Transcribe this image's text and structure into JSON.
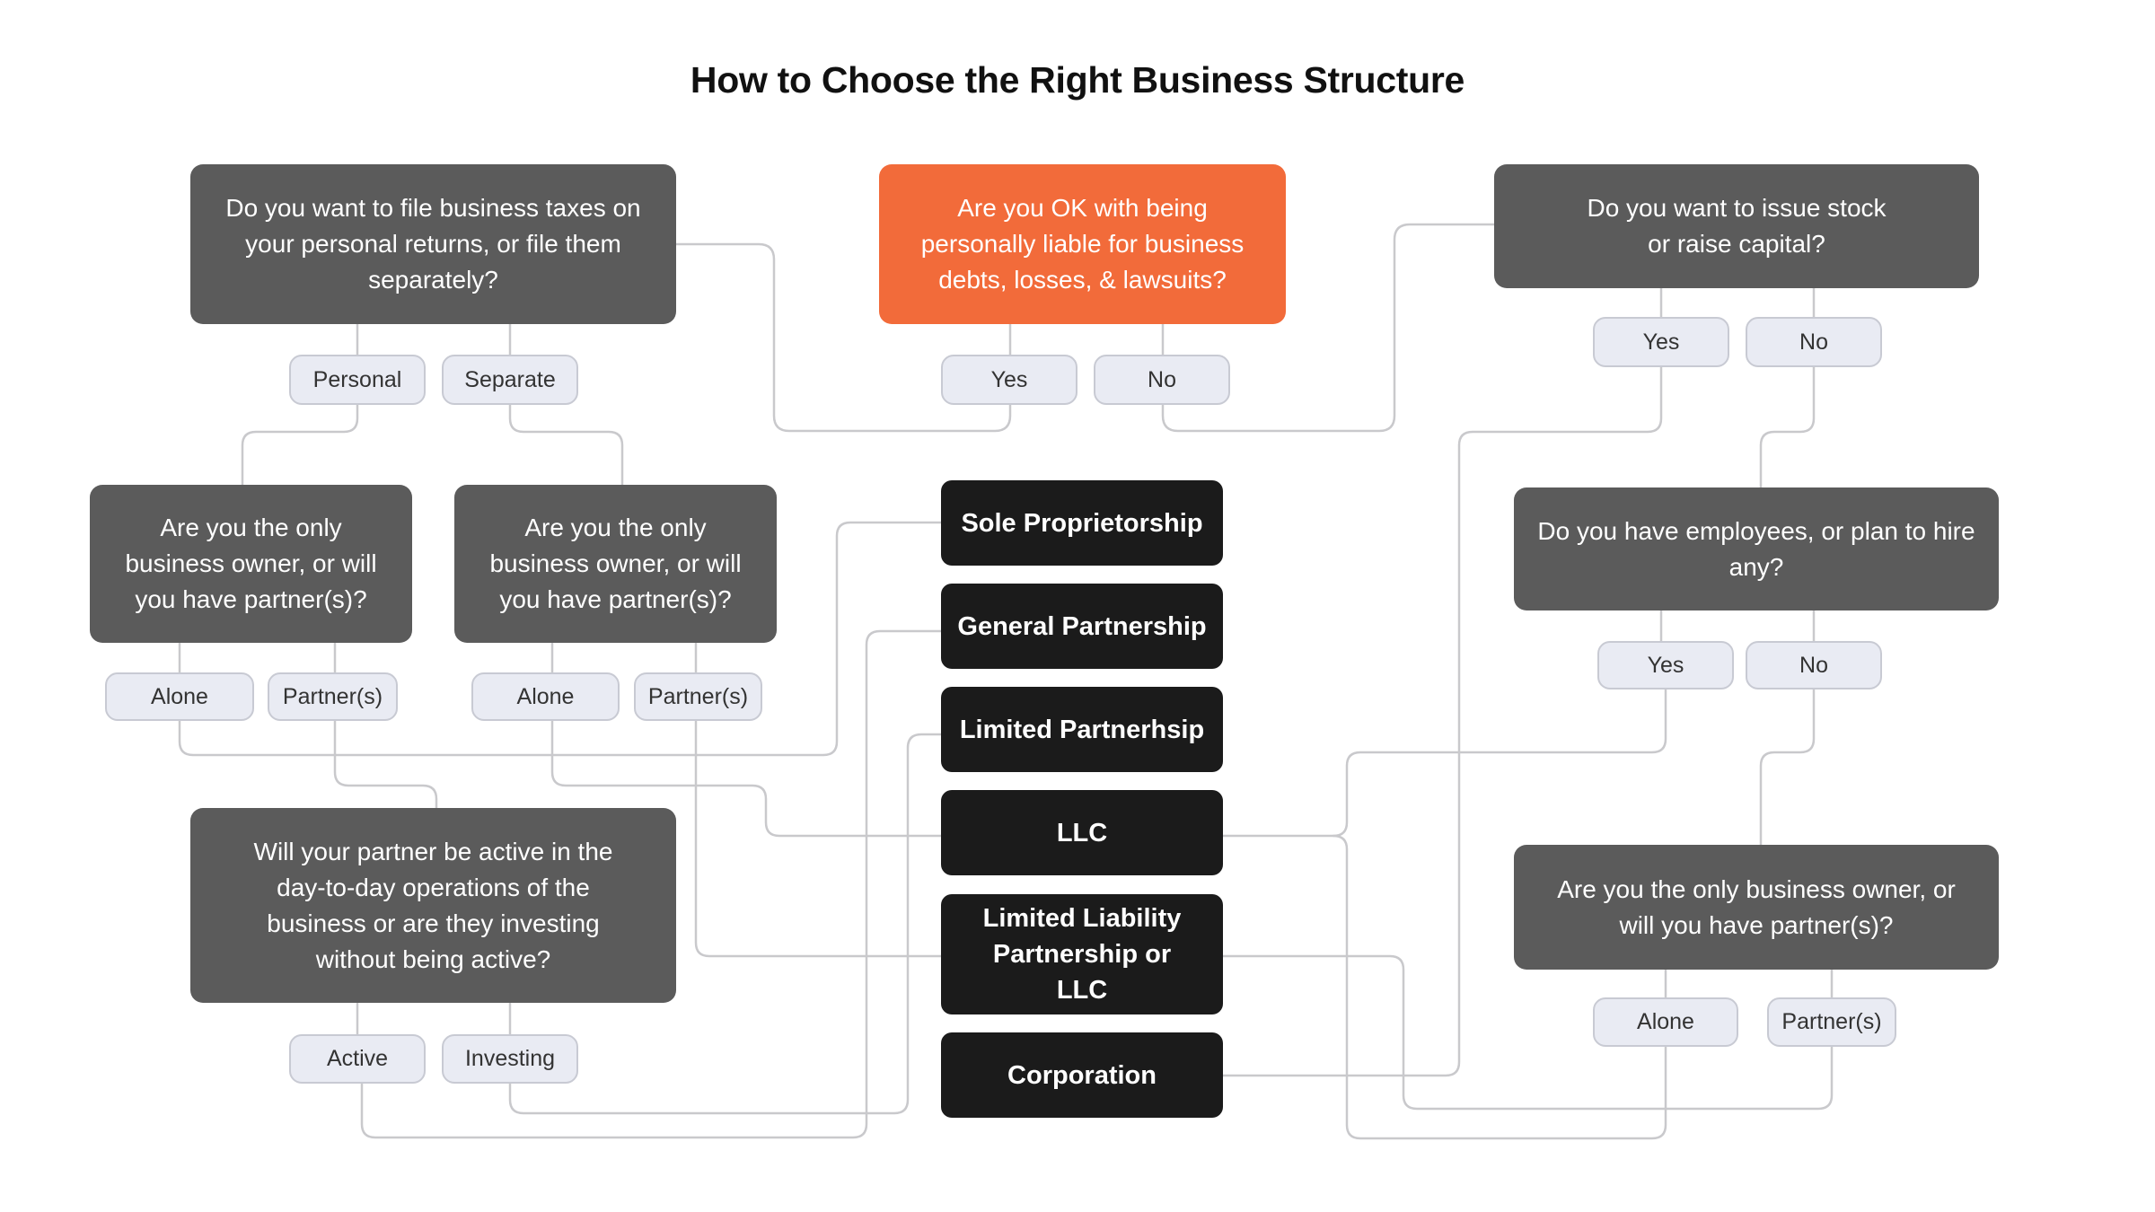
{
  "title": "How to Choose the Right Business Structure",
  "questions": {
    "taxes": "Do you want to file business taxes on your personal returns, or file them separately?",
    "liable": "Are you OK with being personally liable for business debts, losses, & lawsuits?",
    "stock": "Do you want to issue stock or raise capital?",
    "owner_personal": "Are you the only business owner, or will you have partner(s)?",
    "owner_separate": "Are you the only business owner, or will you have partner(s)?",
    "employees": "Do you have employees, or plan to hire any?",
    "partner_active": "Will your partner be active in the day-to-day operations of the business or are they investing without being active?",
    "owner_final": "Are you the only business owner, or will you have partner(s)?"
  },
  "options": {
    "personal": "Personal",
    "separate": "Separate",
    "liable_yes": "Yes",
    "liable_no": "No",
    "stock_yes": "Yes",
    "stock_no": "No",
    "alone_1": "Alone",
    "partners_1": "Partner(s)",
    "alone_2": "Alone",
    "partners_2": "Partner(s)",
    "employees_yes": "Yes",
    "employees_no": "No",
    "active": "Active",
    "investing": "Investing",
    "alone_3": "Alone",
    "partners_3": "Partner(s)"
  },
  "results": {
    "sole": "Sole Proprietorship",
    "general": "General Partnership",
    "limited": "Limited Partnerhsip",
    "llc": "LLC",
    "llp": "Limited Liability Partnership or LLC",
    "corp": "Corporation"
  },
  "colors": {
    "question": "#5b5b5b",
    "highlight": "#f26b3a",
    "result": "#1b1b1b",
    "option_fill": "#e9ebf3",
    "connector": "#c9c9cc"
  }
}
